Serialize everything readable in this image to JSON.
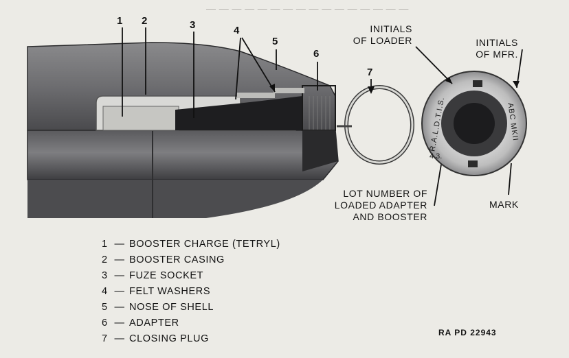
{
  "callouts": [
    "1",
    "2",
    "3",
    "4",
    "5",
    "6",
    "7"
  ],
  "labels": {
    "initials_loader": [
      "INITIALS",
      "OF LOADER"
    ],
    "initials_mfr": [
      "INITIALS",
      "OF MFR."
    ],
    "lot_number": [
      "LOT NUMBER OF",
      "LOADED ADAPTER",
      "AND BOOSTER"
    ],
    "mark": "MARK"
  },
  "adapter_markings": {
    "left_ring": "R.A.L.D.T.I.S.",
    "bottom": "4.3.",
    "right_ring": "ABC MKII"
  },
  "legend": [
    {
      "num": "1",
      "text": "BOOSTER CHARGE (TETRYL)"
    },
    {
      "num": "2",
      "text": "BOOSTER CASING"
    },
    {
      "num": "3",
      "text": "FUZE SOCKET"
    },
    {
      "num": "4",
      "text": "FELT WASHERS"
    },
    {
      "num": "5",
      "text": "NOSE OF SHELL"
    },
    {
      "num": "6",
      "text": "ADAPTER"
    },
    {
      "num": "7",
      "text": "CLOSING PLUG"
    }
  ],
  "legend_dash": "—",
  "reference": "RA PD 22943",
  "colors": {
    "paper": "#ecebe6",
    "shell_dark": "#3b3b3d",
    "shell_mid": "#6a6a6c",
    "shell_light": "#9b9b9d",
    "booster": "#1f1f21"
  }
}
